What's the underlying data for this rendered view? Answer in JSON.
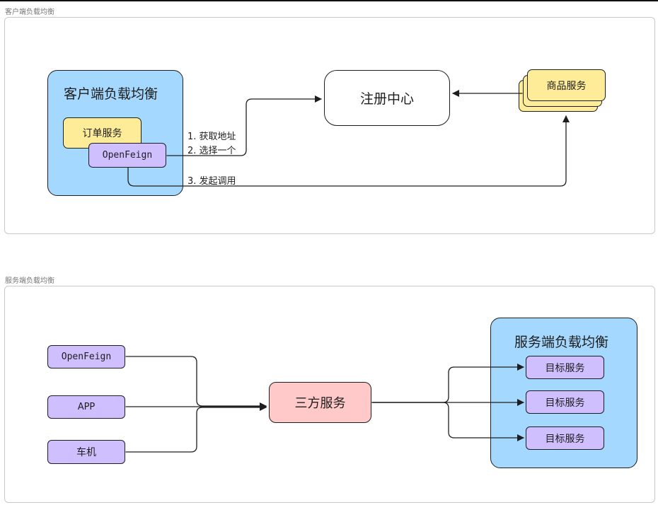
{
  "client_frame": {
    "label": "客户端负载均衡",
    "group_title": "客户端负载均衡",
    "order_service": "订单服务",
    "openfeign": "OpenFeign",
    "registry": "注册中心",
    "product_service": "商品服务",
    "step1": "1. 获取地址",
    "step2": "2. 选择一个",
    "step3": "3. 发起调用"
  },
  "server_frame": {
    "label": "服务端负载均衡",
    "group_title": "服务端负载均衡",
    "sources": [
      "OpenFeign",
      "APP",
      "车机"
    ],
    "third_party": "三方服务",
    "targets": [
      "目标服务",
      "目标服务",
      "目标服务"
    ]
  },
  "colors": {
    "blue_group": "#a5d8ff",
    "yellow": "#ffec99",
    "purple": "#d0bfff",
    "pink": "#ffc9c9",
    "stroke": "#1e1e1e"
  }
}
